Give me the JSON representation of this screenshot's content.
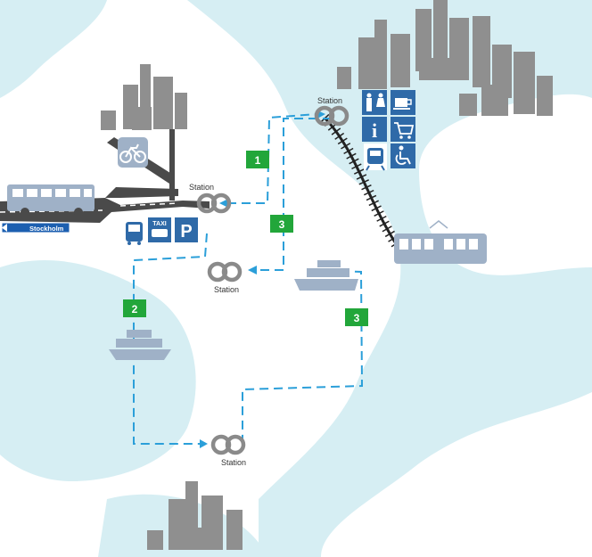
{
  "colors": {
    "water": "#d6eef3",
    "route": "#2b9fd9",
    "route_badge": "#22a63a",
    "station_ring": "#8a8a8a",
    "road": "#4a4a4a",
    "service_icon": "#2f6aa8",
    "city": "#8f8f8f",
    "vehicle": "#9fb1c7"
  },
  "stations": [
    {
      "label": "Station"
    },
    {
      "label": "Station"
    },
    {
      "label": "Station"
    },
    {
      "label": "Station"
    }
  ],
  "routes": [
    {
      "number": "1"
    },
    {
      "number": "2"
    },
    {
      "number": "3"
    },
    {
      "number": "3"
    }
  ],
  "road_sign": {
    "text": "Stockholm"
  },
  "icons": {
    "bicycle": "bicycle-icon",
    "bus": "bus-icon",
    "taxi": "taxi-icon",
    "taxi_text": "TAXI",
    "parking": "parking-icon",
    "parking_letter": "P",
    "toilets": "toilets-icon",
    "cafe": "cafe-icon",
    "info": "information-icon",
    "info_letter": "i",
    "shopping": "shopping-cart-icon",
    "train": "train-icon",
    "accessible": "wheelchair-icon"
  }
}
